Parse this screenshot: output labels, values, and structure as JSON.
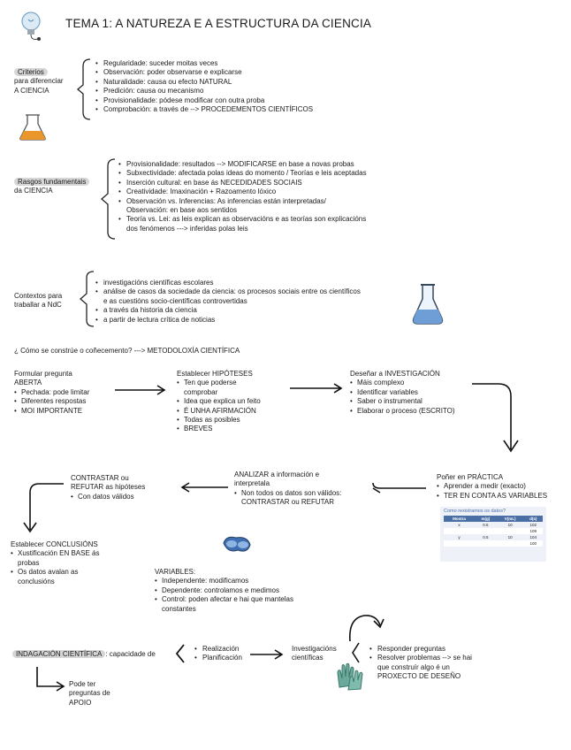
{
  "title": "TEMA 1: A NATUREZA E A ESTRUCTURA DA CIENCIA",
  "criterios": {
    "label": [
      "Criterios",
      "para diferenciar",
      "A CIENCIA"
    ],
    "items": [
      "Regularidade: suceder moitas veces",
      "Observación: poder observarse e explicarse",
      "Naturalidade: causa ou efecto NATURAL",
      "Predición: causa ou mecanismo",
      "Provisionalidade: pódese modificar con outra proba",
      "Comprobación:  a través de --> PROCEDEMENTOS CIENTÍFICOS"
    ]
  },
  "rasgos": {
    "label": [
      "Rasgos fundamentais",
      "da CIENCIA"
    ],
    "items": [
      "Provisionalidade: resultados --> MODIFICARSE en base a novas probas",
      "Subxectividade: afectada polas ideas do momento / Teorías e leis aceptadas",
      "Inserción cultural: en base ás NECEDIDADES SOCIAIS",
      "Creatividade: Imaxinación + Razoamento lóxico",
      "Observación vs. Inferencias: As inferencias están interpretadas/\nObservación: en base aos sentidos",
      "Teoría vs. Lei: as leis explican as observacións e as teorías son explicacións\ndos fenómenos ---> inferidas polas leis"
    ]
  },
  "contextos": {
    "label": [
      "Contextos para",
      "traballar a NdC"
    ],
    "items": [
      "investigacións científicas escolares",
      "análise de casos da sociedade da ciencia: os procesos sociais entre os científicos\ne as cuestións socio-científicas controvertidas",
      "a través da historia da ciencia",
      "a partir de lectura crítica de noticias"
    ]
  },
  "question": "¿ Cómo se constrúe o coñecemento? ---> METODOLOXÍA CIENTÍFICA",
  "formular": {
    "heading": [
      "Formular pregunta",
      "ABERTA"
    ],
    "items": [
      "Pechada: pode limitar",
      "Diferentes respostas",
      "MOI IMPORTANTE"
    ]
  },
  "hipoteses": {
    "heading": "Establecer HIPÓTESES",
    "items": [
      "Ten que poderse\ncomprobar",
      "Idea que explica un feito",
      "É UNHA AFIRMACIÓN",
      "Todas as posibles",
      "BREVES"
    ]
  },
  "deseñar": {
    "heading": "Deseñar a INVESTIGACIÓN",
    "items": [
      "Máis complexo",
      "Identificar variables",
      "Saber o instrumental",
      "Elaborar o proceso (ESCRITO)"
    ]
  },
  "practica": {
    "heading": "Poñer en PRÁCTICA",
    "items": [
      "Aprender a medir (exacto)",
      "TER EN CONTA AS VARIABLES"
    ]
  },
  "analizar": {
    "heading": [
      "ANALIZAR a información e",
      "interpretala"
    ],
    "items": [
      "Non todos os datos son válidos:\nCONTRASTAR ou REFUTAR"
    ]
  },
  "contrastar": {
    "heading": [
      "CONTRASTAR ou",
      "REFUTAR as hipóteses"
    ],
    "items": [
      "Con datos válidos"
    ]
  },
  "conclusions": {
    "heading": "Establecer CONCLUSIÓNS",
    "items": [
      "Xustificación EN BASE ás\nprobas",
      "Os datos avalan as\nconclusións"
    ]
  },
  "variables": {
    "heading": "VARIABLES:",
    "items": [
      "Independente: modificamos",
      "Dependente: controlamos e medimos",
      "Control: poden afectar e hai que mantelas\nconstantes"
    ]
  },
  "table": {
    "title": "Como rexistramos os datos?",
    "headers": [
      "Mostra",
      "m(g)",
      "V(mL)",
      "d(s)"
    ],
    "rows": [
      [
        "x",
        "0.5",
        "10",
        "102"
      ],
      [
        "",
        "",
        "",
        "109"
      ],
      [
        "y",
        "0.5",
        "10",
        "104"
      ],
      [
        "",
        "",
        "",
        "100"
      ]
    ]
  },
  "indagacion": {
    "label": "INDAGACIÓN CIENTÍFICA",
    "suffix": ": capacidade de",
    "items": [
      "Realización",
      "Planificación"
    ],
    "middle": [
      "Investigacións",
      "científicas"
    ],
    "right": [
      "Responder preguntas",
      "Resolver problemas --> se hai\nque construír algo é un\nPROXECTO DE DESEÑO"
    ],
    "apoio": [
      "Pode ter",
      "preguntas de",
      "APOIO"
    ]
  },
  "colors": {
    "highlight": "#d6d6d6",
    "text": "#1a1a1a",
    "flask": "#6f9ed6",
    "orange": "#e9962b",
    "teal": "#6aa99b"
  }
}
